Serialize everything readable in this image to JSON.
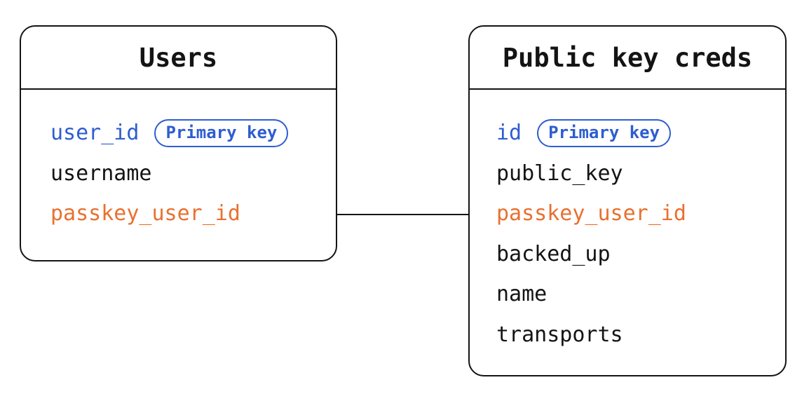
{
  "colors": {
    "ink": "#141414",
    "primary_blue": "#2e5dd0",
    "foreign_orange": "#e9702f",
    "background": "#ffffff"
  },
  "tables": [
    {
      "title": "Users",
      "fields": [
        {
          "name": "user_id",
          "role": "primary-key",
          "badge": "Primary key"
        },
        {
          "name": "username",
          "role": "column"
        },
        {
          "name": "passkey_user_id",
          "role": "foreign-ref"
        }
      ]
    },
    {
      "title": "Public key creds",
      "fields": [
        {
          "name": "id",
          "role": "primary-key",
          "badge": "Primary key"
        },
        {
          "name": "public_key",
          "role": "column"
        },
        {
          "name": "passkey_user_id",
          "role": "foreign-ref"
        },
        {
          "name": "backed_up",
          "role": "column"
        },
        {
          "name": "name",
          "role": "column"
        },
        {
          "name": "transports",
          "role": "column"
        }
      ]
    }
  ],
  "connector": {
    "from_table": "Users",
    "from_field": "passkey_user_id",
    "to_table": "Public key creds",
    "to_field": "passkey_user_id"
  }
}
